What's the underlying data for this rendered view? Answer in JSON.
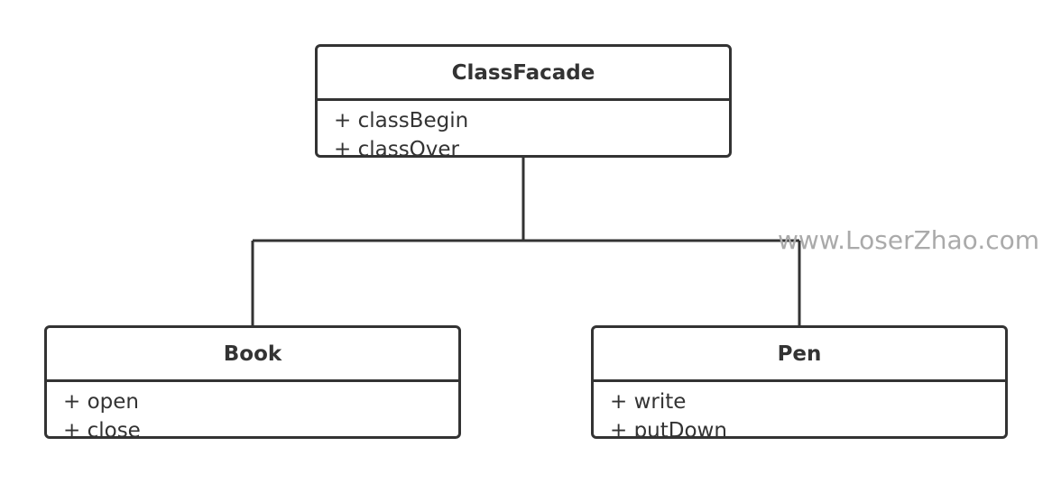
{
  "classes": {
    "facade": {
      "name": "ClassFacade",
      "members": [
        "+ classBegin",
        "+ classOver"
      ]
    },
    "book": {
      "name": "Book",
      "members": [
        "+ open",
        "+ close"
      ]
    },
    "pen": {
      "name": "Pen",
      "members": [
        "+ write",
        "+ putDown"
      ]
    }
  },
  "watermark": "www.LoserZhao.com",
  "colors": {
    "stroke": "#333333",
    "text": "#333333",
    "watermark": "#aaaaaa",
    "background": "#ffffff"
  }
}
